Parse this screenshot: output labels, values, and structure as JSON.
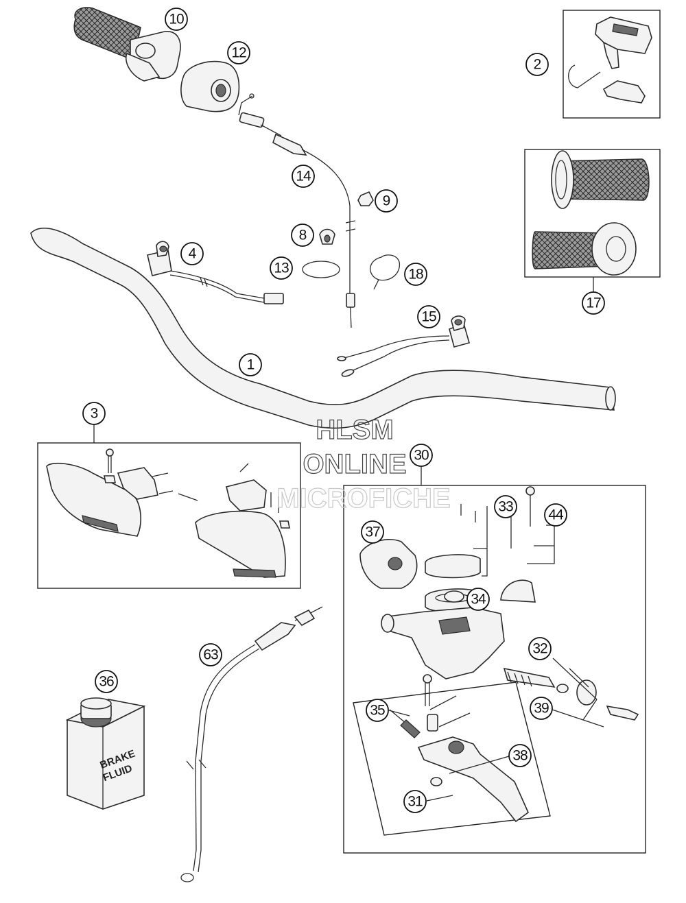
{
  "callouts": {
    "c1": "1",
    "c2": "2",
    "c3": "3",
    "c4": "4",
    "c8": "8",
    "c9": "9",
    "c10": "10",
    "c12": "12",
    "c13": "13",
    "c14": "14",
    "c15": "15",
    "c17": "17",
    "c18": "18",
    "c30": "30",
    "c31": "31",
    "c32": "32",
    "c33": "33",
    "c34": "34",
    "c35": "35",
    "c36": "36",
    "c37": "37",
    "c38": "38",
    "c39": "39",
    "c44": "44",
    "c63": "63"
  },
  "can_label": {
    "line1": "BRAKE",
    "line2": "FLUID"
  },
  "watermark": {
    "line1": "HLSM",
    "line2": "ONLINE",
    "line3": "MICROFICHE"
  }
}
